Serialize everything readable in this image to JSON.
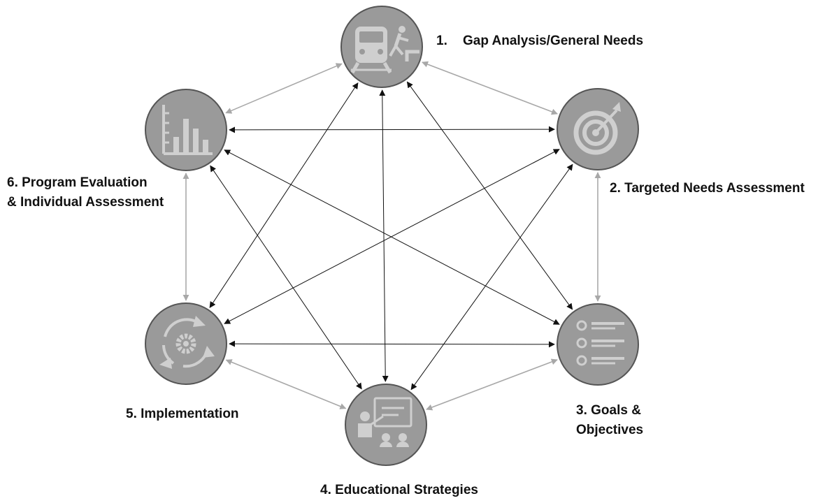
{
  "colors": {
    "node_fill": "#9a9a9a",
    "node_stroke": "#555555",
    "icon": "#cfcfcf",
    "arrow_dark": "#111111",
    "arrow_light": "#a8a8a8"
  },
  "nodes": [
    {
      "id": "gap-analysis",
      "icon": "train-person-icon",
      "number": "1.",
      "label": "Gap Analysis/General Needs"
    },
    {
      "id": "targeted-needs",
      "icon": "target-arrow-icon",
      "label": "2. Targeted Needs Assessment"
    },
    {
      "id": "goals-objectives",
      "icon": "checklist-icon",
      "label_lines": [
        "3. Goals &",
        "Objectives"
      ]
    },
    {
      "id": "educational-strategies",
      "icon": "teacher-board-icon",
      "label": "4. Educational Strategies"
    },
    {
      "id": "implementation",
      "icon": "gear-cycle-icon",
      "label": "5. Implementation"
    },
    {
      "id": "program-evaluation",
      "icon": "bar-chart-icon",
      "label_lines": [
        "6. Program Evaluation",
        "& Individual Assessment"
      ]
    }
  ],
  "connections": [
    {
      "from": 1,
      "to": 2,
      "style": "light"
    },
    {
      "from": 2,
      "to": 3,
      "style": "light"
    },
    {
      "from": 3,
      "to": 4,
      "style": "light"
    },
    {
      "from": 4,
      "to": 5,
      "style": "light"
    },
    {
      "from": 5,
      "to": 6,
      "style": "light"
    },
    {
      "from": 6,
      "to": 1,
      "style": "light"
    },
    {
      "from": 1,
      "to": 3,
      "style": "dark"
    },
    {
      "from": 1,
      "to": 4,
      "style": "dark"
    },
    {
      "from": 1,
      "to": 5,
      "style": "dark"
    },
    {
      "from": 2,
      "to": 4,
      "style": "dark"
    },
    {
      "from": 2,
      "to": 5,
      "style": "dark"
    },
    {
      "from": 2,
      "to": 6,
      "style": "dark"
    },
    {
      "from": 3,
      "to": 5,
      "style": "dark"
    },
    {
      "from": 3,
      "to": 6,
      "style": "dark"
    },
    {
      "from": 4,
      "to": 6,
      "style": "dark"
    }
  ]
}
